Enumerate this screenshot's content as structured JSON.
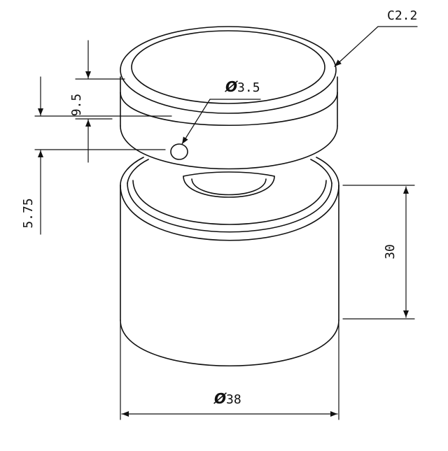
{
  "drawing": {
    "callouts": {
      "chamfer": "C2.2",
      "hole_diameter_symbol": "Ø",
      "hole_diameter_value": "3.5",
      "cap_height": "9.5",
      "hole_offset": "5.75",
      "body_height": "30",
      "body_diameter_symbol": "Ø",
      "body_diameter_value": "38"
    },
    "colors": {
      "line": "#111111",
      "background": "#ffffff"
    }
  }
}
